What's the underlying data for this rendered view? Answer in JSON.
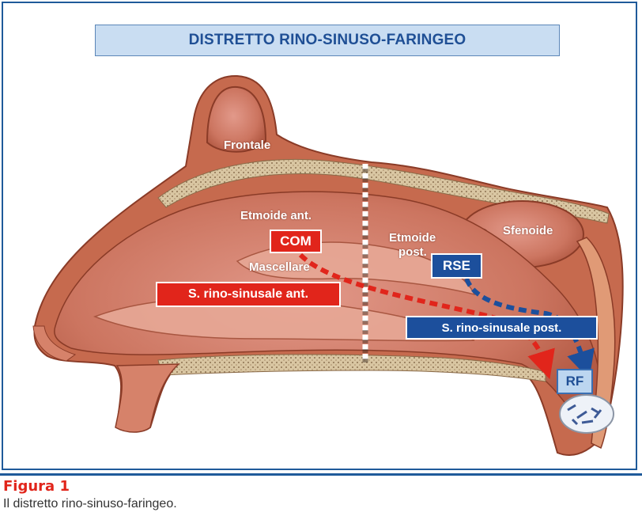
{
  "title": "DISTRETTO RINO-SINUSO-FARINGEO",
  "labels": {
    "frontale": "Frontale",
    "etmoide_ant": "Etmoide ant.",
    "etmoide_post_1": "Etmoide",
    "etmoide_post_2": "post.",
    "sfenoide": "Sfenoide",
    "mascellare": "Mascellare"
  },
  "boxes": {
    "com": "COM",
    "rse": "RSE",
    "rf": "RF",
    "rino_sinusale_ant": "S. rino-sinusale ant.",
    "rino_sinusale_post": "S. rino-sinusale post."
  },
  "colors": {
    "red_path": "#e1251b",
    "blue_path": "#1c4f9c",
    "accent_blue": "#1f5a9a",
    "tissue": "#c96a4f",
    "cavity": "#d98b76"
  },
  "caption": {
    "figure_label": "Figura 1",
    "text": "Il distretto rino-sinuso-faringeo."
  }
}
